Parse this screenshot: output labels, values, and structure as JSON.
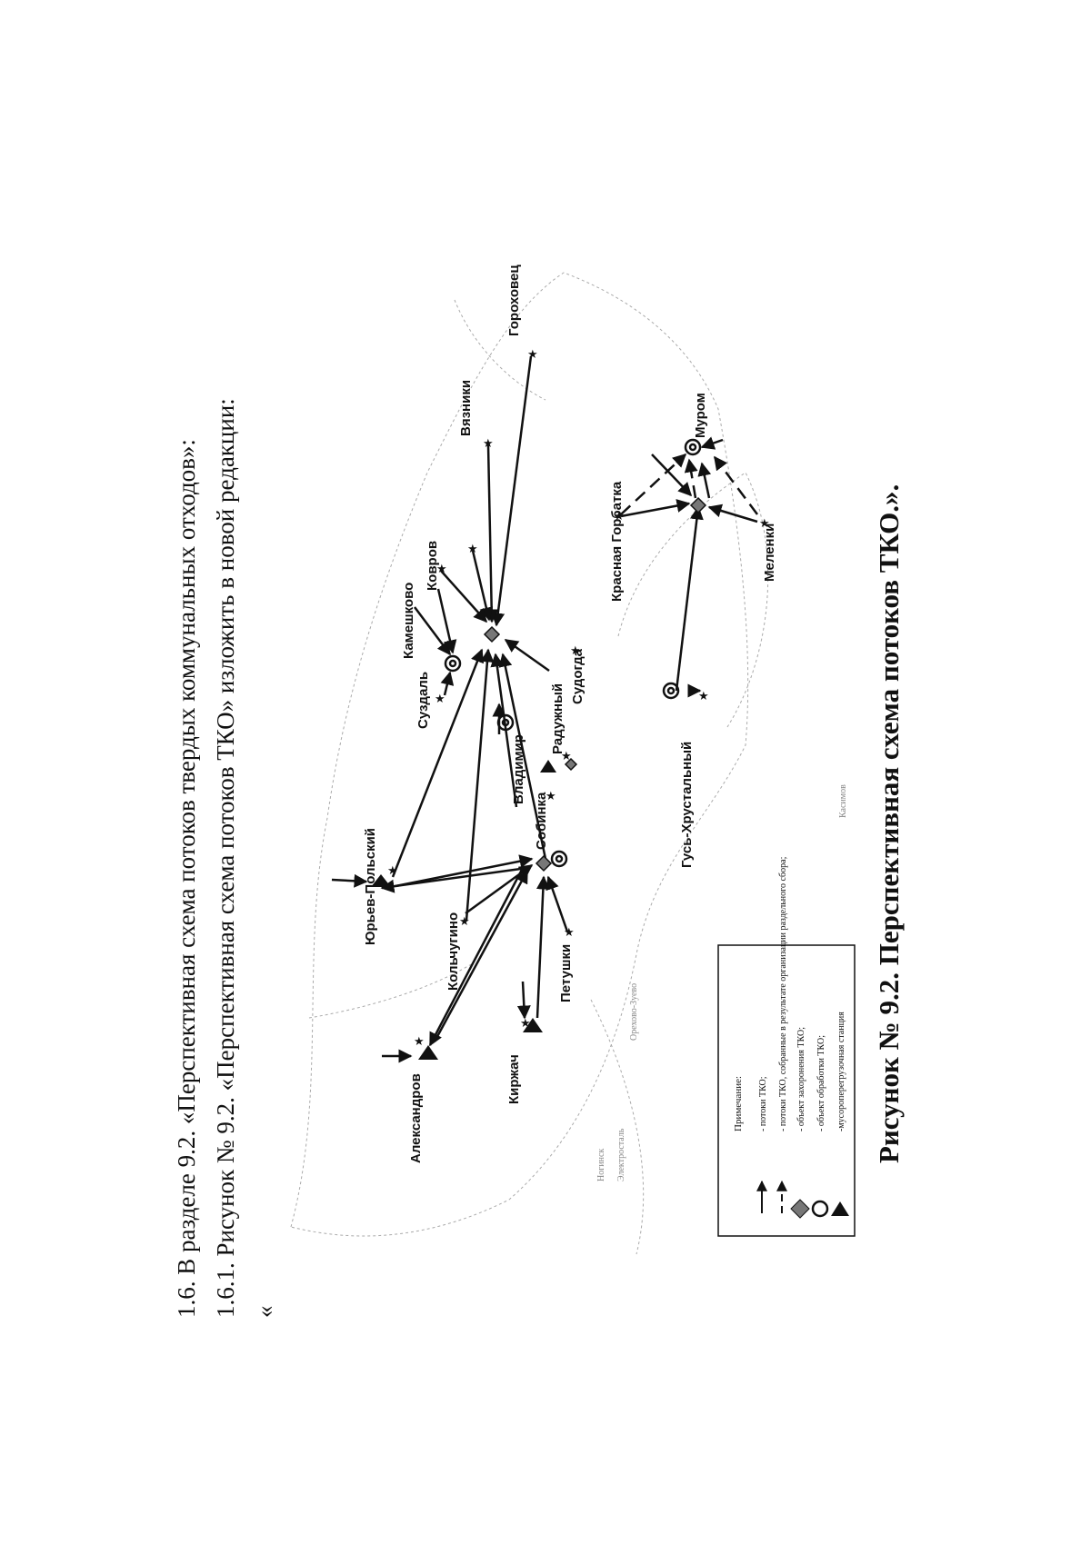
{
  "text": {
    "line1": "1.6. В разделе 9.2.  «Перспективная схема потоков твердых коммунальных отходов»:",
    "line2": "1.6.1. Рисунок № 9.2. «Перспективная схема потоков ТКО» изложить в новой редакции:",
    "open_quote": "«",
    "caption": "Рисунок № 9.2. Перспективная схема потоков ТКО.»."
  },
  "map": {
    "cities": {
      "gorokhovets": "Гороховец",
      "vyazniki": "Вязники",
      "kovrov": "Ковров",
      "kameshkovo": "Камешково",
      "suzdal": "Суздаль",
      "yuryev": "Юрьев-Польский",
      "kolchugino": "Кольчугино",
      "aleksandrov": "Александров",
      "kirzhach": "Киржач",
      "petushki": "Петушки",
      "sobinka": "Собинка",
      "vladimir": "Владимир",
      "raduzhny": "Радужный",
      "sudogda": "Судогда",
      "gus": "Гусь-Хрустальный",
      "krasnaya_gorbatka": "Красная Горбатка",
      "murom": "Муром",
      "melenki": "Меленки"
    },
    "faint_labels": {
      "orekhovo": "Орехово-Зуево",
      "noginsk": "Ногинск",
      "elektrostal": "Электросталь",
      "kasimov": "Касимов"
    },
    "legend": {
      "title": "Примечание:",
      "items": [
        "- потоки ТКО;",
        "- потоки ТКО, собранные в результате организации раздельного сбора;",
        "- объект захоронения ТКО;",
        "- объект обработки ТКО;",
        "-мусороперегрузочная станция"
      ]
    }
  }
}
